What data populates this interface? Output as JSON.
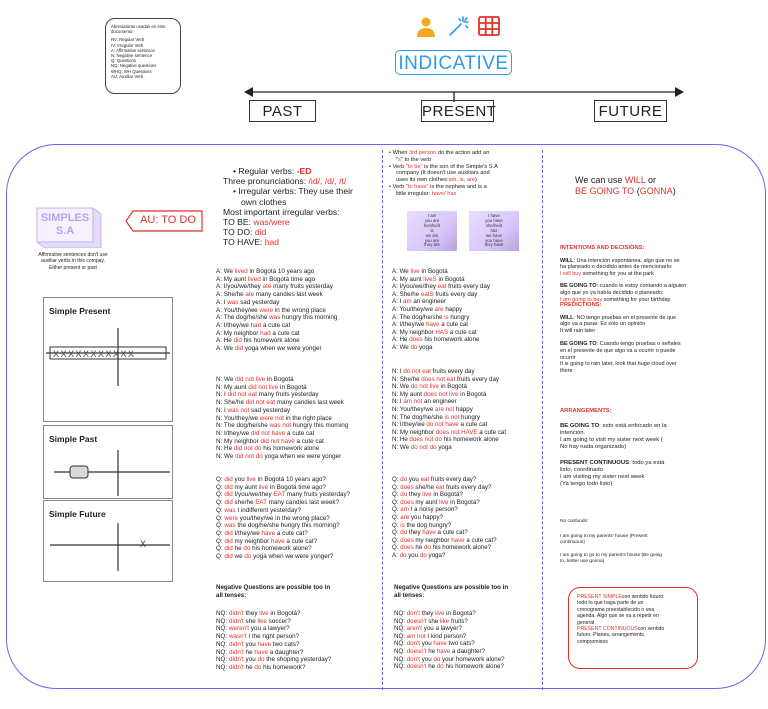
{
  "abbreviations": {
    "title": "Abreviaturas usadas en este documento:",
    "items": [
      "RV: Regular Verb",
      "IV: Irregular Verb",
      "A: Affirmative sentence",
      "N: Negative sentence",
      "Q: Questions",
      "NQ: Negative questions",
      "WHQ: WH Questions",
      "AU: Auxiliar Verb"
    ]
  },
  "header": {
    "title": "INDICATIVE",
    "tenses": [
      "PAST",
      "PRESENT",
      "FUTURE"
    ]
  },
  "colors": {
    "accent_blue": "#2c9be8",
    "red": "#e0322b",
    "purple": "#7b5cf0",
    "orange": "#f5a623"
  },
  "icons": [
    "person-icon",
    "sparkle-wand-icon",
    "calendar-grid-icon"
  ],
  "left": {
    "logo_line1": "SIMPLES",
    "logo_line2": "S.A",
    "au_label": "AU: TO DO",
    "note": [
      "Affirmative sentences don't use",
      "auxiliar verbs in this compay.",
      "Either present or past"
    ],
    "cards": [
      "Simple Present",
      "Simple Past",
      "Simple Future"
    ],
    "timeline_marks": "X X X X X X X X X X X",
    "future_mark": "X"
  },
  "past": {
    "rules": {
      "regular": "Regular verbs: ",
      "regular_ed": "-ED",
      "pron": "Three pronunciations: ",
      "pron_vals": "/id/, /d/, /t/",
      "irreg1": "Irregular verbs: They use their",
      "irreg2": "own clothes",
      "most": "Most important irregular verbs:",
      "tobe": "TO BE: ",
      "tobe_v": "was/were",
      "todo": "TO DO: ",
      "todo_v": "did",
      "tohave": "TO HAVE: ",
      "tohave_v": "had"
    },
    "affirmative": [
      [
        "A: We ",
        "lived",
        " in Bogotá 10 years ago"
      ],
      [
        "A: My aunt ",
        "lived",
        " in Bogotá time ago"
      ],
      [
        "A: I/you/we/they ",
        "ate",
        " many fruits yesterday"
      ],
      [
        "A: She/he ",
        "ate",
        " many candies last week"
      ],
      [
        "A: I ",
        "was",
        " sad yesterday"
      ],
      [
        "A: You/they/we ",
        "were",
        " in the wrong place"
      ],
      [
        "A: The dog/he/she ",
        "was",
        " hungry this morning"
      ],
      [
        "A: I/they/we ",
        "had",
        " a cute cat"
      ],
      [
        "A: My neighbor ",
        "had",
        " a cute cat"
      ],
      [
        "A: He ",
        "did",
        " his homework alone"
      ],
      [
        "A: We ",
        "did",
        " yoga when we were yonger"
      ]
    ],
    "negative": [
      [
        "N: We ",
        "did not live",
        " in Bogotá"
      ],
      [
        "N: My aunt ",
        "did not live",
        " in Bogotá"
      ],
      [
        "N: I ",
        "did not eat",
        " many fruits yesterday"
      ],
      [
        "N: She/he ",
        "did not eat",
        " many candies last week"
      ],
      [
        "N: I ",
        "was not",
        " sad yesterday"
      ],
      [
        "N: You/they/we ",
        "were not",
        " in the right place"
      ],
      [
        "N: The dog/he/she ",
        "was not",
        " hungry this morning"
      ],
      [
        "N: I/they/we ",
        "did not have",
        " a cute cat"
      ],
      [
        "N: My neighbor ",
        "did not have",
        " a cute cat"
      ],
      [
        "N: He ",
        "did not do",
        " his homework alone"
      ],
      [
        "N: We ",
        "did not do",
        " yoga when we were yonger"
      ]
    ],
    "questions": [
      [
        "Q: ",
        "did",
        " you ",
        "live",
        " in Bogotá 10 years ago?"
      ],
      [
        "Q: ",
        "did",
        " my aunt ",
        "live",
        " in Bogotá time ago?"
      ],
      [
        "Q: ",
        "did",
        " I/you/we/they ",
        "EAT",
        " many fruits yesterday?"
      ],
      [
        "Q: ",
        "did",
        " she/he ",
        "EAT",
        " many candies last week?"
      ],
      [
        "Q: ",
        "was",
        " I indifferent yesterday?",
        "",
        ""
      ],
      [
        "Q: ",
        "were",
        " you/they/we in the wrong place?",
        "",
        ""
      ],
      [
        "Q: ",
        "was",
        " the dog/he/she hungry this morning?",
        "",
        ""
      ],
      [
        "Q: ",
        "did",
        " I/they/we ",
        "have",
        " a cute cat?"
      ],
      [
        "Q: ",
        "did",
        " my neighbor ",
        "have",
        " a cute cat?"
      ],
      [
        "Q: ",
        "did",
        " he ",
        "do",
        " his homework alone?"
      ],
      [
        "Q: ",
        "did",
        " we ",
        "do",
        " yoga when we were yonger?"
      ]
    ],
    "nq_title1": "Negative Questions are possible too in",
    "nq_title2": "all tenses:",
    "neg_questions": [
      [
        "NQ: ",
        "didn't",
        " they ",
        "live",
        " in Bogotá?"
      ],
      [
        "NQ: ",
        "didn't",
        " she ",
        "like",
        " soccer?"
      ],
      [
        "NQ: ",
        "weren't",
        " you a lawyer?",
        "",
        ""
      ],
      [
        "NQ: ",
        "wasn't",
        " I the right person?",
        "",
        ""
      ],
      [
        "NQ: ",
        "didn't",
        " you ",
        "have",
        " two cats?"
      ],
      [
        "NQ: ",
        "didn't",
        " he ",
        "have",
        " a daughter?"
      ],
      [
        "NQ: ",
        "didn't",
        " you ",
        "do",
        " the shoping yesterday?"
      ],
      [
        "NQ: ",
        "didn't",
        " he ",
        "do",
        " his homework?"
      ]
    ]
  },
  "present": {
    "rules": [
      [
        "When ",
        "3rd person",
        " do the action add an"
      ],
      [
        "\"",
        "s",
        "\" to the verb"
      ],
      [
        "Verb ",
        "\"to be\"",
        " is the son of the Simple's S.A"
      ],
      [
        "company  (It doesn't use auxiliars and",
        "",
        ""
      ],
      [
        "uses its own clothes:",
        "am, is, are",
        ")"
      ],
      [
        "Verb ",
        "\"to have\"",
        " is the nephew and is a"
      ],
      [
        "little irregular: ",
        "have/ has",
        ""
      ]
    ],
    "sticky1": [
      "I am",
      "you are",
      "he/she/it",
      "is",
      "we are",
      "you are",
      "they are"
    ],
    "sticky2": [
      "I have",
      "you have",
      "she/he/it",
      "has",
      "we have",
      "you have",
      "they have"
    ],
    "affirmative": [
      [
        "A: We ",
        "live",
        " in Bogotá"
      ],
      [
        "A: My aunt ",
        "liveS",
        " in Bogotá"
      ],
      [
        "A: I/you/we/they ",
        "eat",
        " fruits every day"
      ],
      [
        "A: She/he ",
        "eatS",
        " fruits every day"
      ],
      [
        "A: I ",
        "am",
        " an engineer"
      ],
      [
        "A: You/they/we ",
        "are",
        " happy"
      ],
      [
        "A: The dog/he/she ",
        "is",
        " hungry"
      ],
      [
        "A: I/they/we ",
        "have",
        " a cute cat"
      ],
      [
        "A: My neighbor ",
        "HAS",
        " a cute cat"
      ],
      [
        "A: He ",
        "does",
        " his homework alone"
      ],
      [
        "A: We ",
        "do",
        " yoga"
      ]
    ],
    "negative": [
      [
        "N: I ",
        "do not eat",
        " fruits every day"
      ],
      [
        "N: She/he ",
        "does not eat",
        " fruits every day"
      ],
      [
        "N: We ",
        "do not live",
        " in Bogotá"
      ],
      [
        "N: My aunt ",
        "does not live",
        " in Bogotá"
      ],
      [
        "N: I ",
        "am not",
        " an engineer"
      ],
      [
        "N: You/they/we ",
        "are not",
        " happy"
      ],
      [
        "N: The dog/he/she ",
        "is not",
        " hungry"
      ],
      [
        "N: I/they/we ",
        "do not have",
        " a cute cat"
      ],
      [
        "N: My neighbor ",
        "does not HAVE",
        " a cute cat"
      ],
      [
        "N: He ",
        "does not do",
        " his homework alone"
      ],
      [
        "N: We ",
        "do not do",
        " yoga"
      ]
    ],
    "questions": [
      [
        "Q: ",
        "do",
        " you ",
        "eat",
        " fruits every day?"
      ],
      [
        "Q: ",
        "does",
        " she/he ",
        "eat",
        " fruits every day?"
      ],
      [
        "Q: ",
        "do",
        " they ",
        "live",
        " in Bogotá?"
      ],
      [
        "Q: ",
        "does",
        " my aunt ",
        "live",
        " in Bogotá?"
      ],
      [
        "Q: ",
        "am",
        " I a noisy person?",
        "",
        ""
      ],
      [
        "Q: ",
        "are",
        " you happy?",
        "",
        ""
      ],
      [
        "Q: ",
        "is",
        " the dog hungry?",
        "",
        ""
      ],
      [
        "Q: ",
        "do",
        " they ",
        "have",
        " a cute cat?"
      ],
      [
        "Q: ",
        "does",
        " my neighbor ",
        "have",
        " a cute cat?"
      ],
      [
        "Q: ",
        "does",
        " he ",
        "do",
        " his homework alone?"
      ],
      [
        "A: ",
        "do",
        " you ",
        "do",
        " yoga?"
      ]
    ],
    "nq_title1": "Negative Questions are possible too in",
    "nq_title2": "all tenses:",
    "neg_questions": [
      [
        "NQ: ",
        "don't",
        " they ",
        "live",
        " in Bogotá?"
      ],
      [
        "NQ: ",
        "doesn't",
        " she ",
        "like",
        " fruits?"
      ],
      [
        "NQ: ",
        "aren't",
        " you a lawyer?",
        "",
        ""
      ],
      [
        "NQ: ",
        "am not",
        " I kind person?",
        "",
        ""
      ],
      [
        "NQ: ",
        "don't",
        " you ",
        "have",
        " two cats?"
      ],
      [
        "NQ: ",
        "doesn't",
        " he ",
        "have",
        " a daughter?"
      ],
      [
        "NQ: ",
        "don't",
        " you ",
        "do",
        " your homework alone?"
      ],
      [
        "NQ: ",
        "doesn't",
        " he ",
        "do",
        " his homework alone?"
      ]
    ]
  },
  "future": {
    "intro1": "We can use ",
    "intro_will": "WILL",
    "intro_or": " or",
    "intro_going": "BE GOING TO",
    "intro_gonna_open": " (",
    "intro_gonna": "GONNA",
    "intro_close": ")",
    "s1_title": "INTENTIONS AND DECISIONS:",
    "s1_will_k": "WILL",
    "s1_will": [
      ": Una intención espontánea, algo que no se",
      "ha planeado o decidido antes de mencionarlo:"
    ],
    "s1_will_ex": "I will buy",
    "s1_will_ex2": " something for you at the park",
    "s1_going_k": "BE GOING TO",
    "s1_going": [
      ": cuando le estoy contando a alguien",
      "algo que yo ya había decidido o planeado:"
    ],
    "s1_going_ex": "I am going to buy",
    "s1_going_ex2": " something for your birthday",
    "s2_title": "PREDICTIONS:",
    "s2_will_k": "WILL",
    "s2_will": [
      ": NO tengo pruebas en el presente de que",
      "algo va a pasar. Es solo un opinión",
      "It will rain later"
    ],
    "s2_going_k": "BE GOING TO",
    "s2_going": [
      ": Cuando tengo pruebas o señales",
      "en el presente de que algo va a ocurrir o puede",
      "ocurrir",
      "It is going to rain later, look that huge cloud over",
      "there"
    ],
    "s3_title": "ARRANGEMENTS:",
    "s3_going_k": "BE GOING TO",
    "s3_going": [
      ": esto está enfocado en la",
      "intención.",
      "I am going to visit my sister next week (",
      "No hay nada organizado)"
    ],
    "s3_cont_k": "PRESENT CONTINUOUS",
    "s3_cont": [
      ": todo ya está",
      "listo, coordinado",
      "I am visiting my sister next week",
      "(Ya tengo todo listo)"
    ],
    "confuse": "No confundir:",
    "confuse1": [
      "I am going to my parents' house (Present",
      "continuous)"
    ],
    "confuse2": [
      "I am going to go to my parent's house (Be going",
      "to, better use gonna)"
    ],
    "note_simple_k": "PRESENT SIMPLE",
    "note_simple": [
      "con sentido futuro:",
      "todo lo que haga parte de un",
      "cronograma preestablecido o una",
      "agenda. Algo que se va a repetir en",
      "general"
    ],
    "note_cont_k": "PRESENT CONTINUOUS",
    "note_cont": [
      "con sentido",
      "futuro: Planes, arrangements,",
      "compromisos"
    ]
  }
}
